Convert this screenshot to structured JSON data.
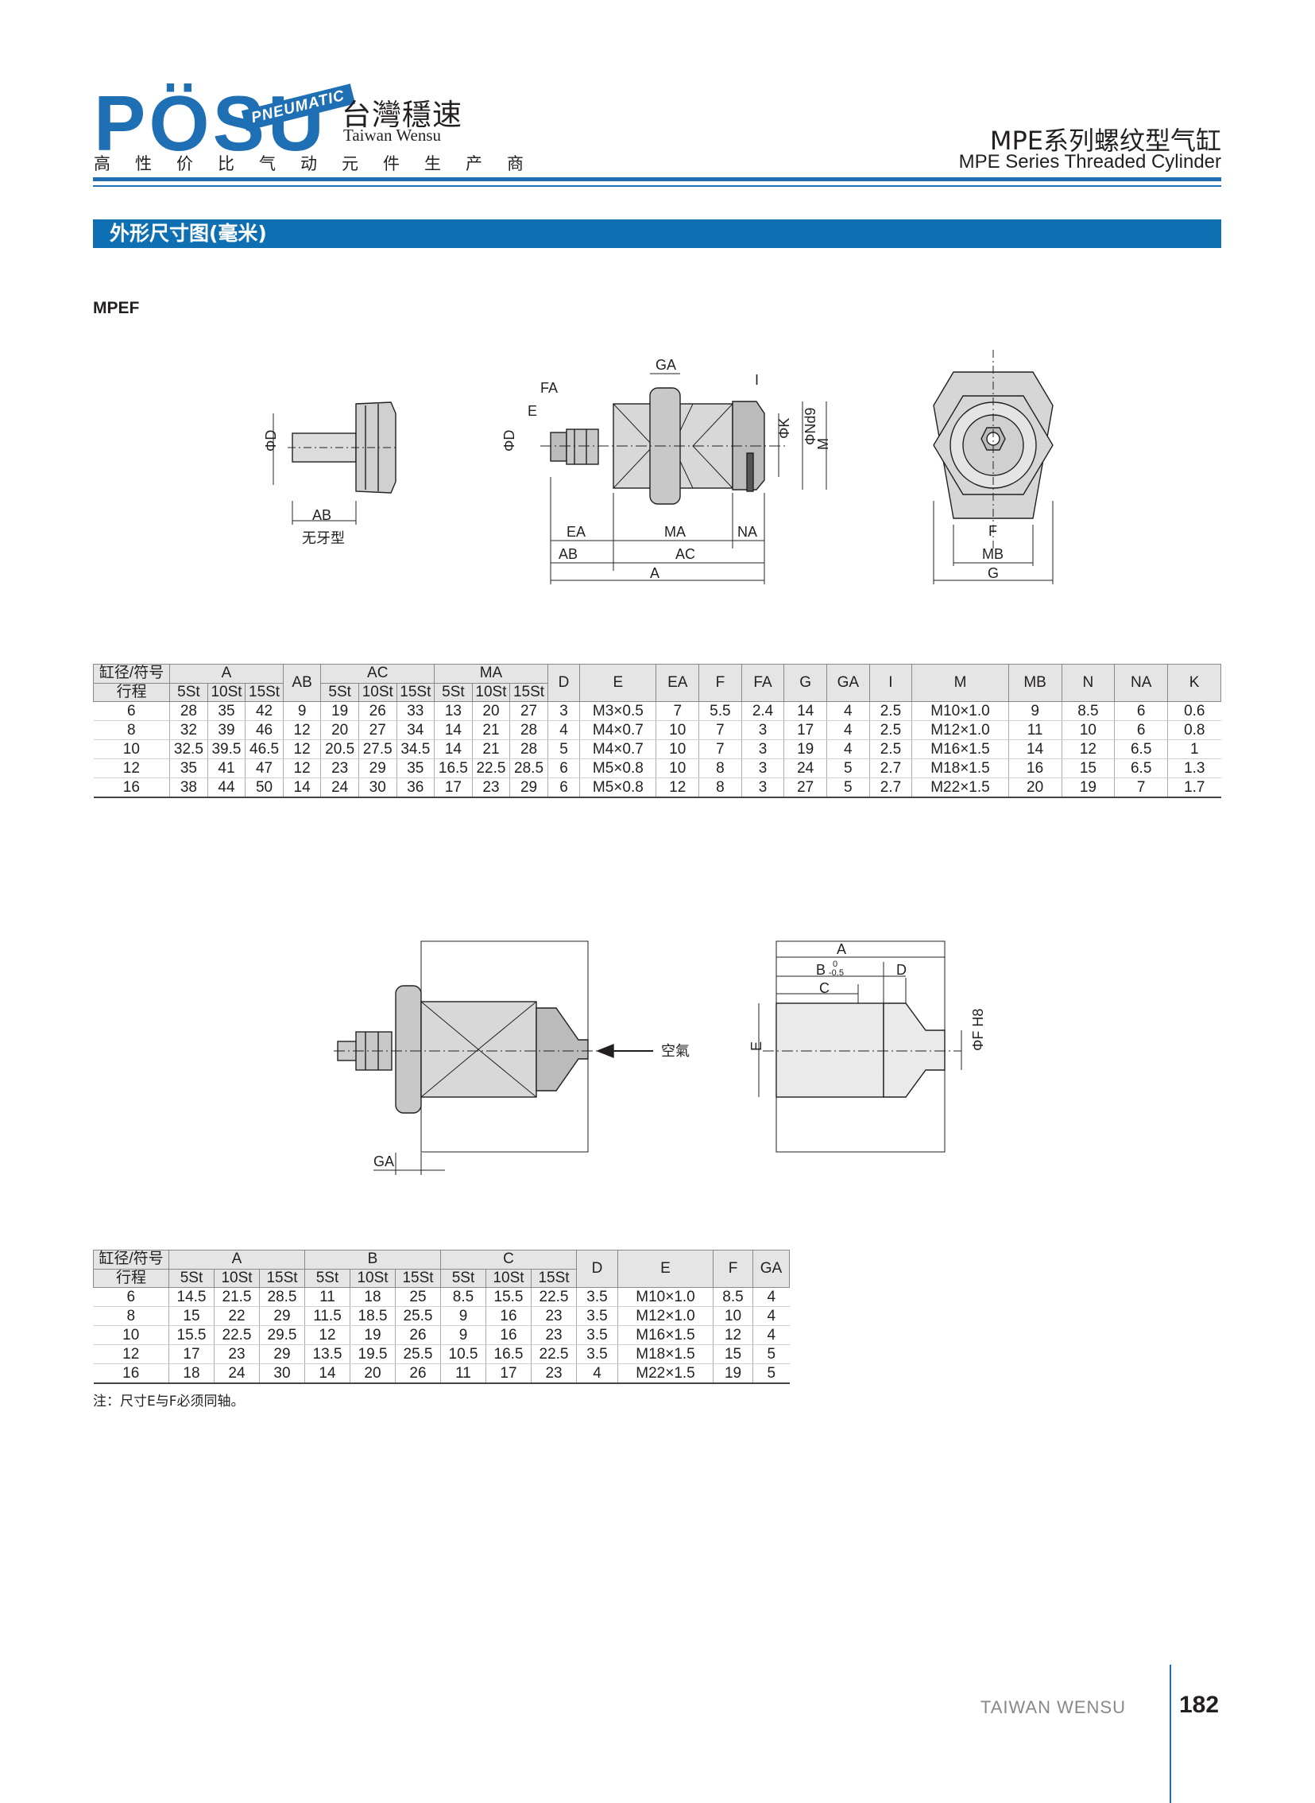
{
  "header": {
    "logo_word": "PÖSU",
    "logo_badge": "PNEUMATIC",
    "logo_cn": "台灣穩速",
    "logo_en": "Taiwan Wensu",
    "tagline": "高性价比气动元件生产商",
    "series_cn": "MPE系列螺纹型气缸",
    "series_en": "MPE Series Threaded Cylinder"
  },
  "section": {
    "title": "外形尺寸图(毫米)",
    "model": "MPEF"
  },
  "drawing1": {
    "labels": [
      "ΦD",
      "AB",
      "无牙型",
      "GA",
      "FA",
      "E",
      "I",
      "ΦK",
      "ΦNd9",
      "M",
      "EA",
      "MA",
      "NA",
      "AC",
      "A",
      "F",
      "MB",
      "G"
    ]
  },
  "table1": {
    "head_corner_top": "缸径/符号",
    "head_corner_bottom": "行程",
    "group_headers": [
      "A",
      "AB",
      "AC",
      "MA",
      "D",
      "E",
      "EA",
      "F",
      "FA",
      "G",
      "GA",
      "I",
      "M",
      "MB",
      "N",
      "NA",
      "K"
    ],
    "strokes": [
      "5St",
      "10St",
      "15St"
    ],
    "rows": [
      [
        "6",
        "28",
        "35",
        "42",
        "9",
        "19",
        "26",
        "33",
        "13",
        "20",
        "27",
        "3",
        "M3×0.5",
        "7",
        "5.5",
        "2.4",
        "14",
        "4",
        "2.5",
        "M10×1.0",
        "9",
        "8.5",
        "6",
        "0.6"
      ],
      [
        "8",
        "32",
        "39",
        "46",
        "12",
        "20",
        "27",
        "34",
        "14",
        "21",
        "28",
        "4",
        "M4×0.7",
        "10",
        "7",
        "3",
        "17",
        "4",
        "2.5",
        "M12×1.0",
        "11",
        "10",
        "6",
        "0.8"
      ],
      [
        "10",
        "32.5",
        "39.5",
        "46.5",
        "12",
        "20.5",
        "27.5",
        "34.5",
        "14",
        "21",
        "28",
        "5",
        "M4×0.7",
        "10",
        "7",
        "3",
        "19",
        "4",
        "2.5",
        "M16×1.5",
        "14",
        "12",
        "6.5",
        "1"
      ],
      [
        "12",
        "35",
        "41",
        "47",
        "12",
        "23",
        "29",
        "35",
        "16.5",
        "22.5",
        "28.5",
        "6",
        "M5×0.8",
        "10",
        "8",
        "3",
        "24",
        "5",
        "2.7",
        "M18×1.5",
        "16",
        "15",
        "6.5",
        "1.3"
      ],
      [
        "16",
        "38",
        "44",
        "50",
        "14",
        "24",
        "30",
        "36",
        "17",
        "23",
        "29",
        "6",
        "M5×0.8",
        "12",
        "8",
        "3",
        "27",
        "5",
        "2.7",
        "M22×1.5",
        "20",
        "19",
        "7",
        "1.7"
      ]
    ]
  },
  "drawing2": {
    "labels": [
      "空氣",
      "GA",
      "A",
      "B",
      "0",
      "-0.5",
      "D",
      "C",
      "E",
      "ΦF H8"
    ]
  },
  "table2": {
    "head_corner_top": "缸径/符号",
    "head_corner_bottom": "行程",
    "group_headers": [
      "A",
      "B",
      "C",
      "D",
      "E",
      "F",
      "GA"
    ],
    "strokes": [
      "5St",
      "10St",
      "15St"
    ],
    "rows": [
      [
        "6",
        "14.5",
        "21.5",
        "28.5",
        "11",
        "18",
        "25",
        "8.5",
        "15.5",
        "22.5",
        "3.5",
        "M10×1.0",
        "8.5",
        "4"
      ],
      [
        "8",
        "15",
        "22",
        "29",
        "11.5",
        "18.5",
        "25.5",
        "9",
        "16",
        "23",
        "3.5",
        "M12×1.0",
        "10",
        "4"
      ],
      [
        "10",
        "15.5",
        "22.5",
        "29.5",
        "12",
        "19",
        "26",
        "9",
        "16",
        "23",
        "3.5",
        "M16×1.5",
        "12",
        "4"
      ],
      [
        "12",
        "17",
        "23",
        "29",
        "13.5",
        "19.5",
        "25.5",
        "10.5",
        "16.5",
        "22.5",
        "3.5",
        "M18×1.5",
        "15",
        "5"
      ],
      [
        "16",
        "18",
        "24",
        "30",
        "14",
        "20",
        "26",
        "11",
        "17",
        "23",
        "4",
        "M22×1.5",
        "19",
        "5"
      ]
    ],
    "note": "注：尺寸E与F必须同轴。"
  },
  "footer": {
    "brand": "TAIWAN WENSU",
    "page": "182"
  },
  "colors": {
    "brand_blue": "#1f6fb4",
    "section_bar": "#0f6fb3",
    "table_header_bg": "#e5e5e5"
  }
}
